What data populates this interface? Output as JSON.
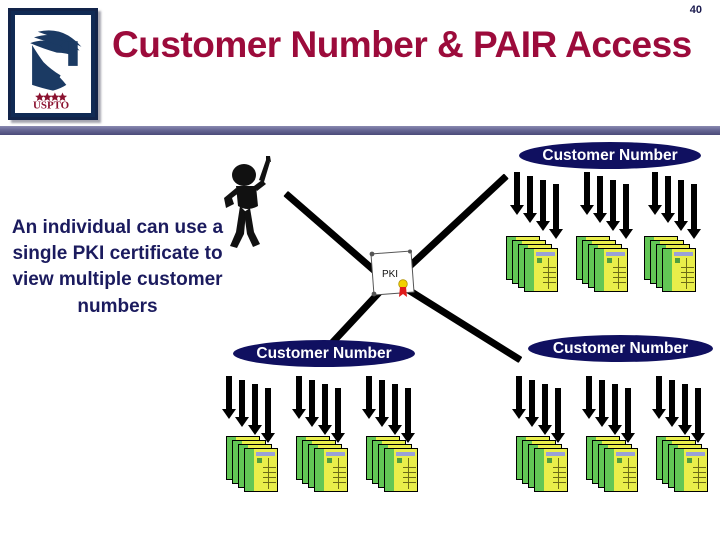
{
  "slide": {
    "number": "40",
    "title": "Customer Number & PAIR Access",
    "body_text": "An individual can use a single PKI certificate to view multiple customer numbers",
    "accent_title_color": "#9c0b3b",
    "accent_navy_color": "#101060",
    "rule_color": "#6a6a97",
    "background_color": "#ffffff"
  },
  "logo": {
    "name": "uspto-seal-logo",
    "org_text": "USPTO",
    "star_count": 4,
    "eagle_color": "#1b3a63",
    "frame_color": "#102a54",
    "text_color": "#8b1230"
  },
  "diagram": {
    "center_node": {
      "name": "pki-certificate",
      "label": "PKI",
      "seal_colors": [
        "#f2d000",
        "#e01b1b"
      ]
    },
    "actor": {
      "name": "individual-person",
      "label": ""
    },
    "customer_number_nodes": [
      {
        "label": "Customer Number",
        "position": "top-right"
      },
      {
        "label": "Customer Number",
        "position": "middle-left"
      },
      {
        "label": "Customer Number",
        "position": "middle-right"
      }
    ],
    "connectors": 4,
    "document_stacks": {
      "stack_count_per_group": 3,
      "docs_per_stack": 4,
      "arrows_per_stack": 4,
      "groups": [
        "top-right",
        "bottom-left",
        "bottom-right"
      ],
      "doc_front_color": "#e9ee4a",
      "doc_edge_color": "#62c655"
    }
  }
}
